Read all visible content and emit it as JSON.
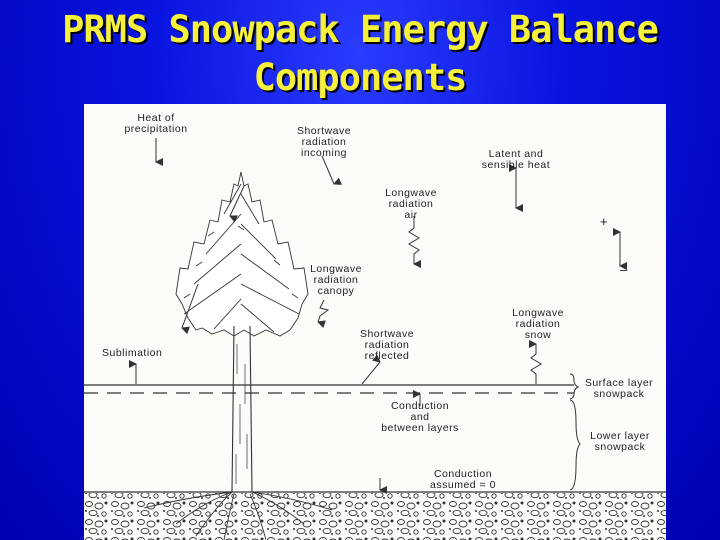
{
  "title": {
    "line1": "PRMS Snowpack Energy Balance",
    "line2": "Components"
  },
  "diagram": {
    "heat_of_precipitation": "Heat of\nprecipitation",
    "shortwave_incoming": "Shortwave\nradiation\nincoming",
    "latent_sensible": "Latent and\nsensible heat",
    "longwave_air": "Longwave\nradiation\nair",
    "longwave_canopy": "Longwave\nradiation\ncanopy",
    "longwave_snow": "Longwave\nradiation\nsnow",
    "sublimation": "Sublimation",
    "shortwave_reflected": "Shortwave\nradiation\nreflected",
    "surface_layer": "Surface layer\nsnowpack",
    "conduction_between": "Conduction\nand\nbetween layers",
    "lower_layer": "Lower layer\nsnowpack",
    "conduction_assumed": "Conduction\nassumed = 0",
    "plus_sign": "+",
    "minus_sign": "–"
  },
  "colors": {
    "background": "#0a14e0",
    "title": "#f5f03a",
    "panel": "#fbfbf8",
    "ink": "#222222"
  }
}
